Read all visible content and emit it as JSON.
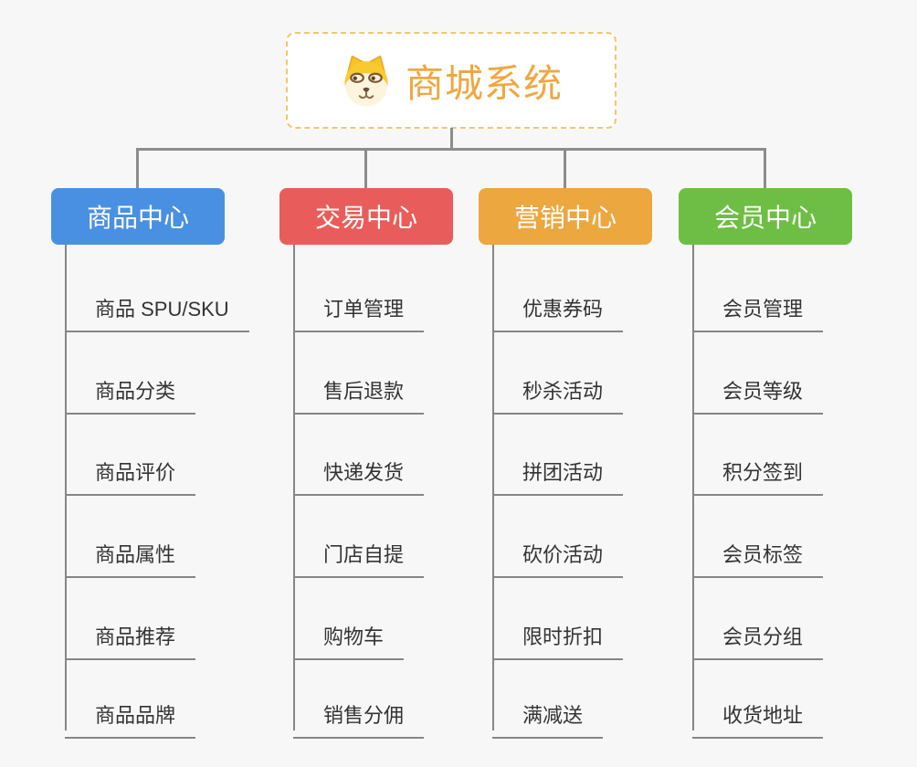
{
  "root": {
    "title": "商城系统",
    "icon": "dog-face-icon",
    "title_color": "#f0a742",
    "border_color": "#f3c571"
  },
  "connector_color": "#8c8c8c",
  "branches": [
    {
      "label": "商品中心",
      "color": "#4a90e2",
      "items": [
        "商品 SPU/SKU",
        "商品分类",
        "商品评价",
        "商品属性",
        "商品推荐",
        "商品品牌"
      ]
    },
    {
      "label": "交易中心",
      "color": "#e85d5b",
      "items": [
        "订单管理",
        "售后退款",
        "快递发货",
        "门店自提",
        "购物车",
        "销售分佣"
      ]
    },
    {
      "label": "营销中心",
      "color": "#eca73f",
      "items": [
        "优惠券码",
        "秒杀活动",
        "拼团活动",
        "砍价活动",
        "限时折扣",
        "满减送"
      ]
    },
    {
      "label": "会员中心",
      "color": "#6ebe45",
      "items": [
        "会员管理",
        "会员等级",
        "积分签到",
        "会员标签",
        "会员分组",
        "收货地址"
      ]
    }
  ]
}
